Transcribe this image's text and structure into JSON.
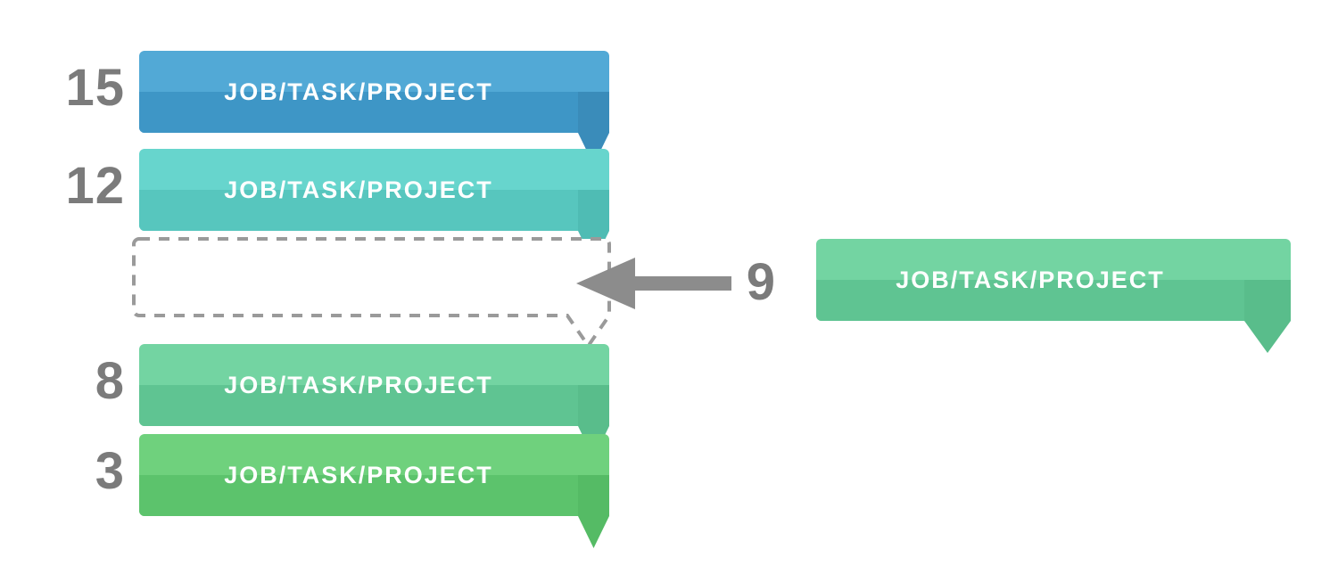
{
  "diagram": {
    "title_text": "JOB/TASK/PROJECT",
    "background_color": "#ffffff",
    "label_color": "#ffffff",
    "rank_color": "#7b7b7b",
    "placeholder_stroke_color": "#9a9a9a",
    "arrow_color": "#8c8c8c"
  },
  "ranked_list": {
    "rows": [
      {
        "rank": "15",
        "label": "JOB/TASK/PROJECT",
        "fill_top": "#52a9d6",
        "fill_bottom": "#3e96c6",
        "tail_fill": "#3a8cba",
        "state": "filled"
      },
      {
        "rank": "12",
        "label": "JOB/TASK/PROJECT",
        "fill_top": "#67d5cd",
        "fill_bottom": "#57c6be",
        "tail_fill": "#4fbcb4",
        "state": "filled"
      },
      {
        "rank": "",
        "label": "",
        "fill_top": "#ffffff",
        "fill_bottom": "#ffffff",
        "tail_fill": "#ffffff",
        "state": "placeholder"
      },
      {
        "rank": "8",
        "label": "JOB/TASK/PROJECT",
        "fill_top": "#73d4a2",
        "fill_bottom": "#5fc492",
        "tail_fill": "#59bd8b",
        "state": "filled"
      },
      {
        "rank": "3",
        "label": "JOB/TASK/PROJECT",
        "fill_top": "#6fd17d",
        "fill_bottom": "#5cc36c",
        "tail_fill": "#55bb65",
        "state": "filled"
      }
    ]
  },
  "incoming": {
    "rank": "9",
    "label": "JOB/TASK/PROJECT",
    "fill_top": "#73d4a2",
    "fill_bottom": "#5fc492",
    "tail_fill": "#59bd8b"
  }
}
